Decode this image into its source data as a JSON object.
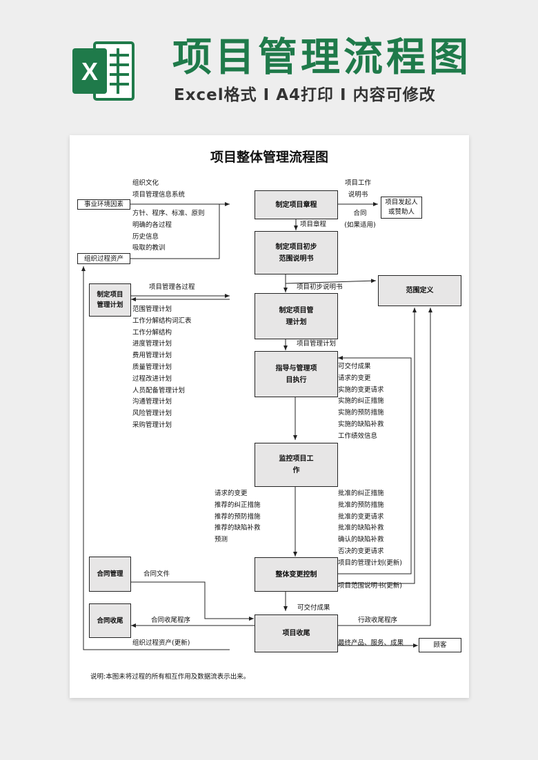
{
  "header": {
    "logo_letter": "X",
    "title": "项目管理流程图",
    "subtitle": "Excel格式 I A4打印 I 内容可修改",
    "brand_color": "#1f7a4a"
  },
  "doc": {
    "title": "项目整体管理流程图",
    "note": "说明:本图未将过程的所有相互作用及数据流表示出来。"
  },
  "boxes": {
    "charter": "制定项目章程",
    "prelim_scope": "制定项目初步范围说明书",
    "plan": "制定项目管理计划",
    "direct": "指导与管理项目执行",
    "monitor": "监控项目工作",
    "change": "整体变更控制",
    "close": "项目收尾",
    "scope_def": "范围定义",
    "sponsor": "项目发起人或赞助人",
    "env": "事业环境因素",
    "assets": "组织过程资产",
    "plan_left": "制定项目管理计划",
    "contract_mgmt": "合同管理",
    "contract_close": "合同收尾",
    "customer": "顾客"
  },
  "labels": {
    "env_list": [
      "组织文化",
      "项目管理信息系统"
    ],
    "asset_list": [
      "方针、程序、标准、原则",
      "明确的各过程",
      "历史信息",
      "吸取的教训"
    ],
    "sow": [
      "项目工作",
      "说明书"
    ],
    "contract": [
      "合同",
      "(如果适用)"
    ],
    "charter_out": "项目章程",
    "prelim_out": "项目初步说明书",
    "plan_in": "项目管理各过程",
    "plan_out": "项目管理计划",
    "plan_list": [
      "范围管理计划",
      "工作分解结构词汇表",
      "工作分解结构",
      "进度管理计划",
      "费用管理计划",
      "质量管理计划",
      "过程改进计划",
      "人员配备管理计划",
      "沟通管理计划",
      "风险管理计划",
      "采购管理计划"
    ],
    "direct_out": [
      "可交付成果",
      "请求的变更",
      "实施的变更请求",
      "实施的纠正措施",
      "实施的预防措施",
      "实施的缺陷补救",
      "工作绩效信息"
    ],
    "monitor_left": [
      "请求的变更",
      "推荐的纠正措施",
      "推荐的预防措施",
      "推荐的缺陷补救",
      "预测"
    ],
    "monitor_right": [
      "批准的纠正措施",
      "批准的预防措施",
      "批准的变更请求",
      "批准的缺陷补救",
      "确认的缺陷补救",
      "否决的变更请求",
      "项目的管理计划(更新)"
    ],
    "scope_update": "项目范围说明书(更新)",
    "deliverables": "可交付成果",
    "contract_docs": "合同文件",
    "contract_close_proc": "合同收尾程序",
    "admin_close": "行政收尾程序",
    "assets_update": "组织过程资产(更新)",
    "final_product": "最终产品、服务、成果"
  }
}
